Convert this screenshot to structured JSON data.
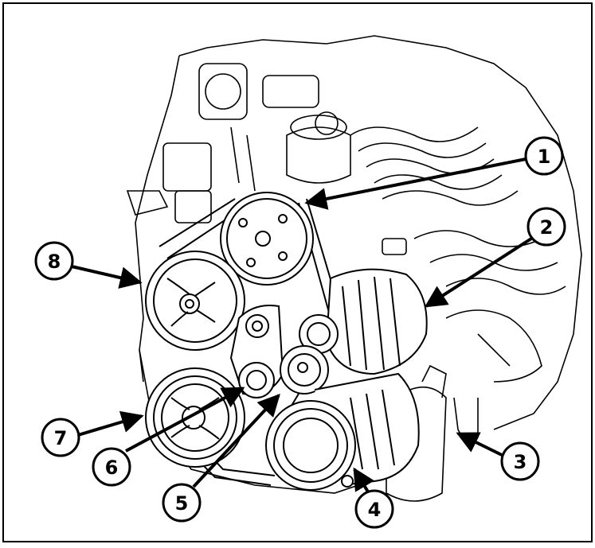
{
  "diagram": {
    "callouts": [
      {
        "id": "1",
        "label": "1"
      },
      {
        "id": "2",
        "label": "2"
      },
      {
        "id": "3",
        "label": "3"
      },
      {
        "id": "4",
        "label": "4"
      },
      {
        "id": "5",
        "label": "5"
      },
      {
        "id": "6",
        "label": "6"
      },
      {
        "id": "7",
        "label": "7"
      },
      {
        "id": "8",
        "label": "8"
      }
    ],
    "colors": {
      "ink": "#000000",
      "paper": "#ffffff"
    }
  }
}
